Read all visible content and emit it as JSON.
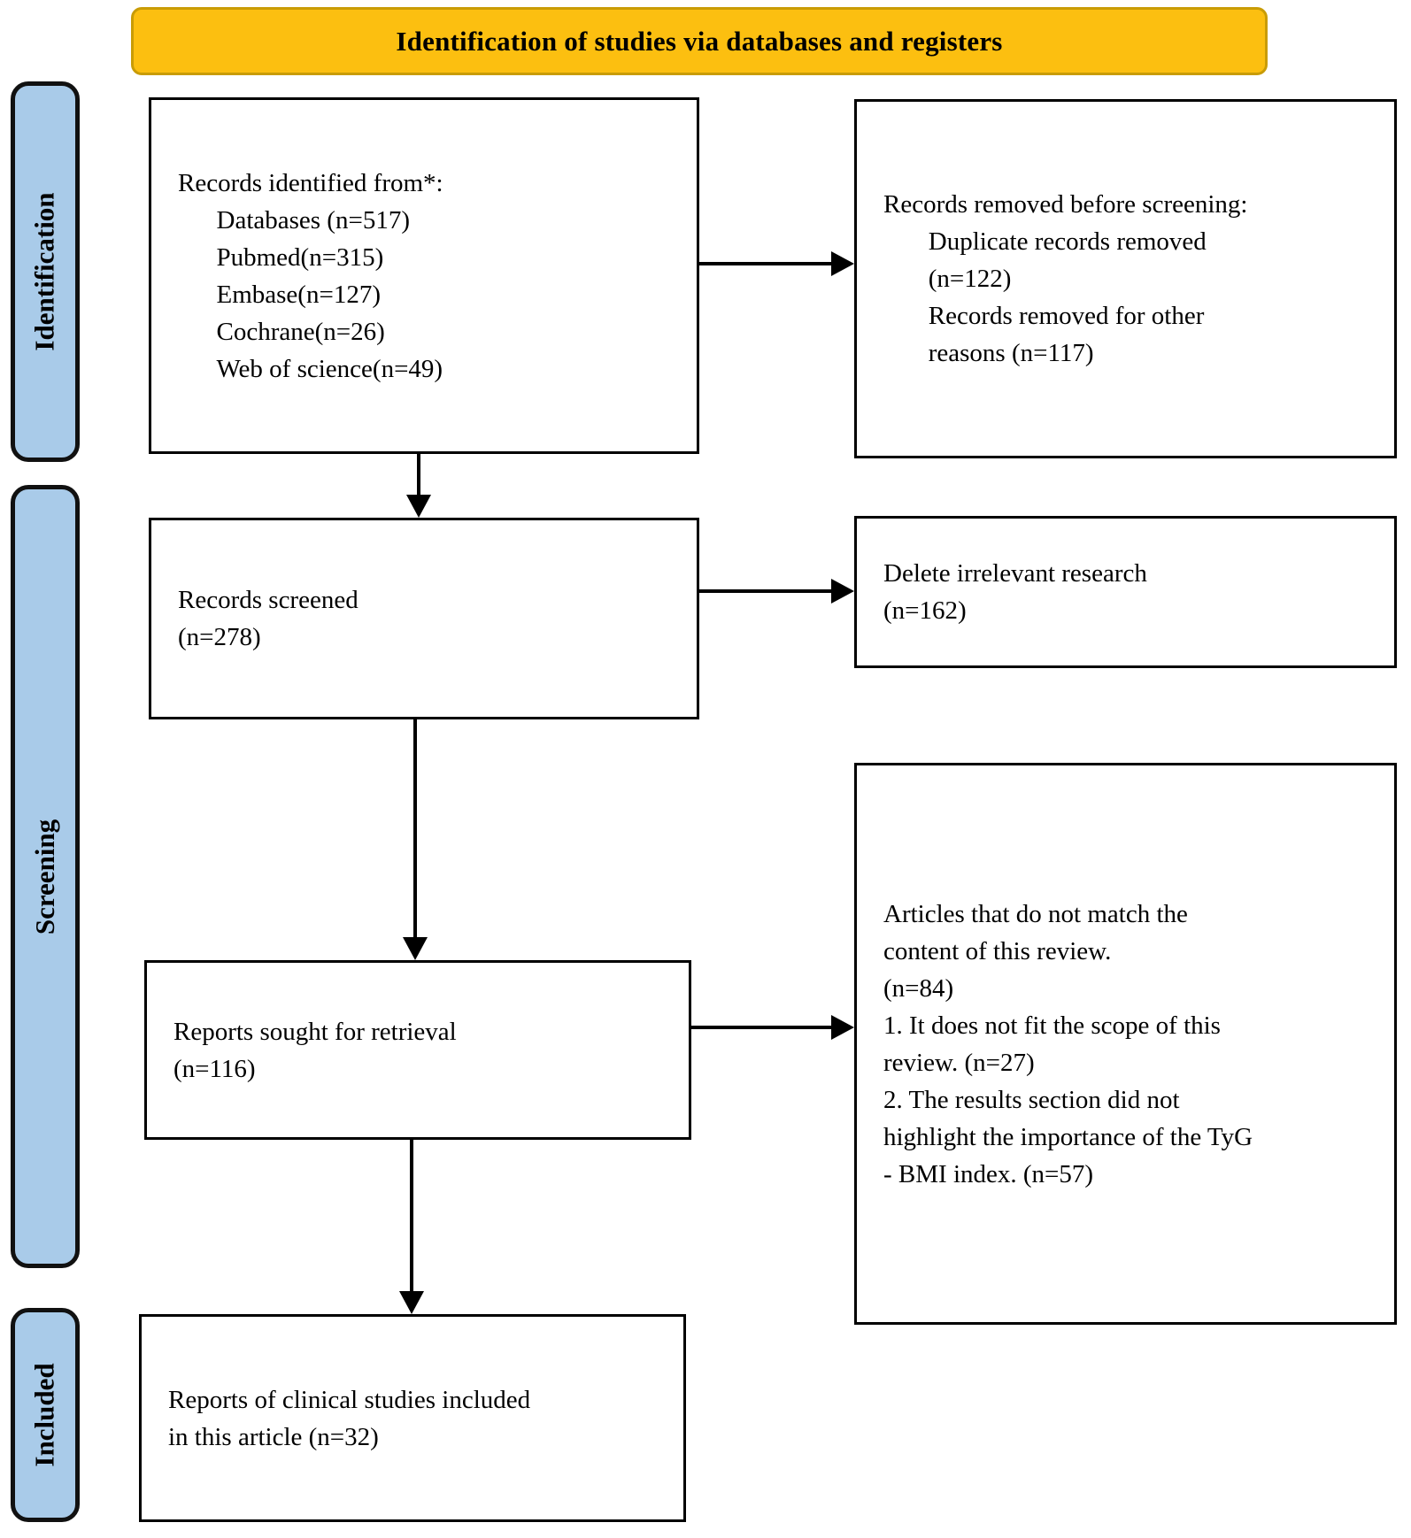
{
  "banner": {
    "title": "Identification of studies via databases and registers"
  },
  "stages": [
    {
      "label": "Identification"
    },
    {
      "label": "Screening"
    },
    {
      "label": "Included"
    }
  ],
  "boxes": {
    "identified": "Records identified from*:\n      Databases (n=517)\n      Pubmed(n=315)\n      Embase(n=127)\n      Cochrane(n=26)\n      Web of science(n=49)",
    "removed": "Records removed before screening:\n       Duplicate records removed\n       (n=122)\n       Records removed for other\n       reasons (n=117)",
    "screened": "Records screened\n(n=278)",
    "deleted": "Delete irrelevant research\n(n=162)",
    "sought": "Reports sought for retrieval\n(n=116)",
    "excluded": "Articles that do not match the\ncontent of this review.\n(n=84)\n1. It does not fit the scope of this\nreview. (n=27)\n2. The results section did not\nhighlight the importance of the TyG\n- BMI index. (n=57)",
    "included": "Reports of clinical studies included\nin this article (n=32)"
  },
  "colors": {
    "banner_fill": "#FCBF10",
    "banner_border": "#C99C06",
    "stage_fill": "#A9CBE9",
    "box_border": "#000000",
    "arrow": "#000000"
  }
}
